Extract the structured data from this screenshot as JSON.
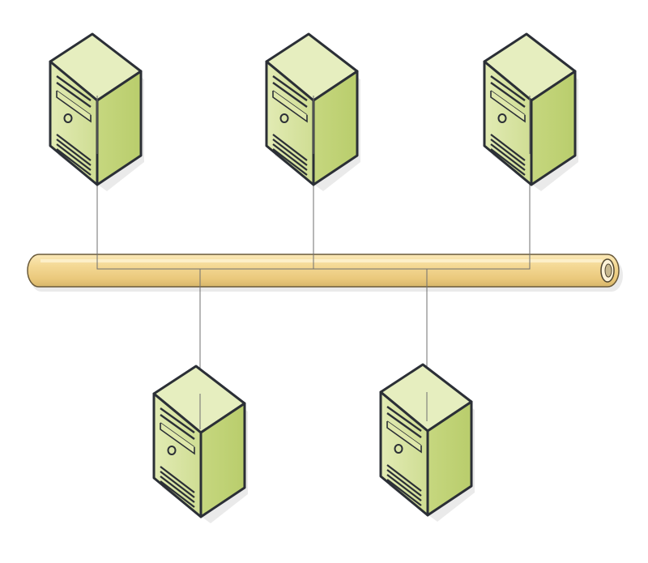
{
  "diagram": {
    "type": "bus-network-topology",
    "bus": {
      "fill": "#f0d38f",
      "stroke": "#c9a764",
      "icon": "backbone-cable"
    },
    "servers": [
      {
        "icon": "server-tower-icon",
        "row": "top"
      },
      {
        "icon": "server-tower-icon",
        "row": "top"
      },
      {
        "icon": "server-tower-icon",
        "row": "top"
      },
      {
        "icon": "server-tower-icon",
        "row": "bottom"
      },
      {
        "icon": "server-tower-icon",
        "row": "bottom"
      }
    ],
    "colors": {
      "server_front": "#d4e19c",
      "server_side": "#c3d57a",
      "server_top": "#e3ebb8",
      "server_outline": "#2b2f36",
      "connector": "#6f6f6f"
    }
  }
}
